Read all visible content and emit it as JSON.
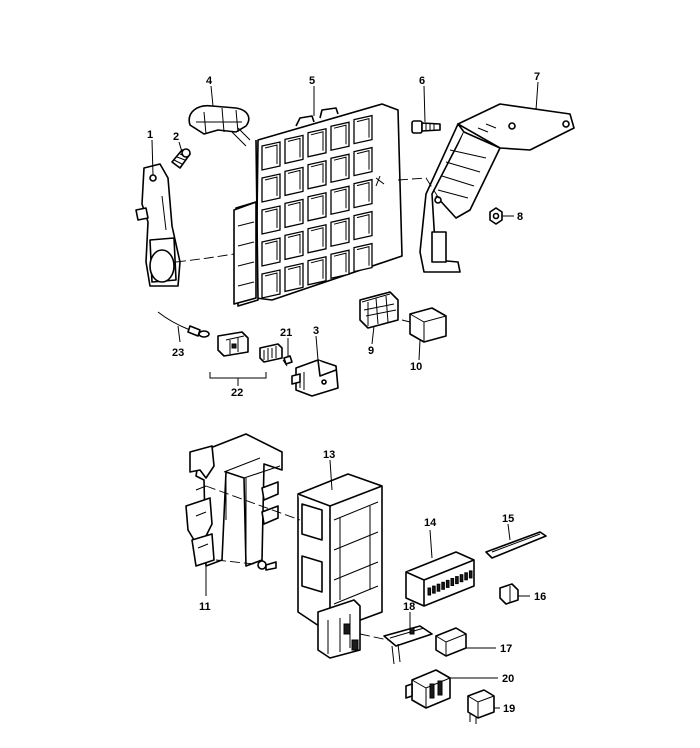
{
  "callouts": {
    "c1": "1",
    "c2": "2",
    "c3": "3",
    "c4": "4",
    "c5": "5",
    "c6": "6",
    "c7": "7",
    "c8": "8",
    "c9": "9",
    "c10": "10",
    "c11": "11",
    "c12": "",
    "c13": "13",
    "c14": "14",
    "c15": "15",
    "c16": "16",
    "c17": "17",
    "c18": "18",
    "c19": "19",
    "c20": "20",
    "c21": "21",
    "c22": "22",
    "c23": "23"
  }
}
